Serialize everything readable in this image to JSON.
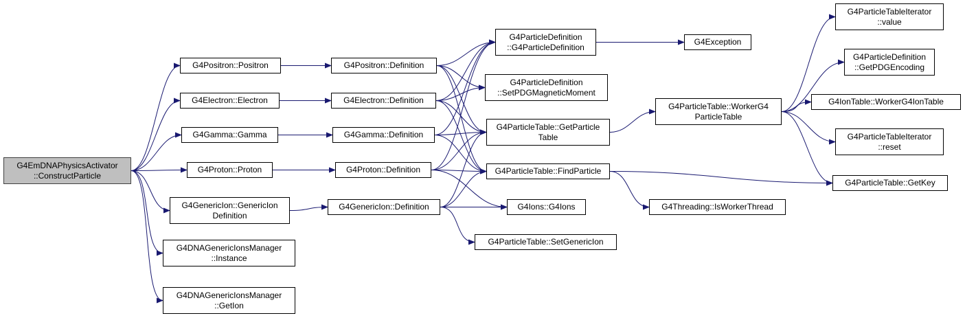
{
  "colors": {
    "edge": "#191970",
    "root_fill": "#bfbfbf",
    "node_fill": "#ffffff"
  },
  "nodes": {
    "root": {
      "line1": "G4EmDNAPhysicsActivator",
      "line2": "::ConstructParticle"
    },
    "pos": {
      "line1": "G4Positron::Positron"
    },
    "ele": {
      "line1": "G4Electron::Electron"
    },
    "gam": {
      "line1": "G4Gamma::Gamma"
    },
    "pro": {
      "line1": "G4Proton::Proton"
    },
    "gen": {
      "line1": "G4GenericIon::GenericIon",
      "line2": "Definition"
    },
    "dnai": {
      "line1": "G4DNAGenericIonsManager",
      "line2": "::Instance"
    },
    "dnag": {
      "line1": "G4DNAGenericIonsManager",
      "line2": "::GetIon"
    },
    "posd": {
      "line1": "G4Positron::Definition"
    },
    "eled": {
      "line1": "G4Electron::Definition"
    },
    "gamd": {
      "line1": "G4Gamma::Definition"
    },
    "prod": {
      "line1": "G4Proton::Definition"
    },
    "gend": {
      "line1": "G4GenericIon::Definition"
    },
    "pdc": {
      "line1": "G4ParticleDefinition",
      "line2": "::G4ParticleDefinition"
    },
    "pdm": {
      "line1": "G4ParticleDefinition",
      "line2": "::SetPDGMagneticMoment"
    },
    "ptg": {
      "line1": "G4ParticleTable::GetParticle",
      "line2": "Table"
    },
    "ptf": {
      "line1": "G4ParticleTable::FindParticle"
    },
    "ions": {
      "line1": "G4Ions::G4Ions"
    },
    "ptsg": {
      "line1": "G4ParticleTable::SetGenericIon"
    },
    "exc": {
      "line1": "G4Exception"
    },
    "ptw": {
      "line1": "G4ParticleTable::WorkerG4",
      "line2": "ParticleTable"
    },
    "thr": {
      "line1": "G4Threading::IsWorkerThread"
    },
    "ptiv": {
      "line1": "G4ParticleTableIterator",
      "line2": "::value"
    },
    "pdgenc": {
      "line1": "G4ParticleDefinition",
      "line2": "::GetPDGEncoding"
    },
    "iontab": {
      "line1": "G4IonTable::WorkerG4IonTable"
    },
    "ptir": {
      "line1": "G4ParticleTableIterator",
      "line2": "::reset"
    },
    "getkey": {
      "line1": "G4ParticleTable::GetKey"
    }
  },
  "edges": [
    [
      "root",
      "pos"
    ],
    [
      "root",
      "ele"
    ],
    [
      "root",
      "gam"
    ],
    [
      "root",
      "pro"
    ],
    [
      "root",
      "gen"
    ],
    [
      "root",
      "dnai"
    ],
    [
      "root",
      "dnag"
    ],
    [
      "pos",
      "posd"
    ],
    [
      "ele",
      "eled"
    ],
    [
      "gam",
      "gamd"
    ],
    [
      "pro",
      "prod"
    ],
    [
      "gen",
      "gend"
    ],
    [
      "posd",
      "pdc"
    ],
    [
      "posd",
      "pdm"
    ],
    [
      "posd",
      "ptg"
    ],
    [
      "posd",
      "ptf"
    ],
    [
      "eled",
      "pdc"
    ],
    [
      "eled",
      "pdm"
    ],
    [
      "eled",
      "ptg"
    ],
    [
      "eled",
      "ptf"
    ],
    [
      "gamd",
      "pdc"
    ],
    [
      "gamd",
      "ptg"
    ],
    [
      "gamd",
      "ptf"
    ],
    [
      "prod",
      "pdc"
    ],
    [
      "prod",
      "ptg"
    ],
    [
      "prod",
      "ptf"
    ],
    [
      "prod",
      "ions"
    ],
    [
      "gend",
      "ptg"
    ],
    [
      "gend",
      "ptf"
    ],
    [
      "gend",
      "ions"
    ],
    [
      "gend",
      "ptsg"
    ],
    [
      "pdc",
      "exc"
    ],
    [
      "ptg",
      "ptw"
    ],
    [
      "ptf",
      "getkey"
    ],
    [
      "ptf",
      "thr"
    ],
    [
      "ptw",
      "ptiv"
    ],
    [
      "ptw",
      "pdgenc"
    ],
    [
      "ptw",
      "iontab"
    ],
    [
      "ptw",
      "ptir"
    ],
    [
      "ptw",
      "getkey"
    ]
  ]
}
